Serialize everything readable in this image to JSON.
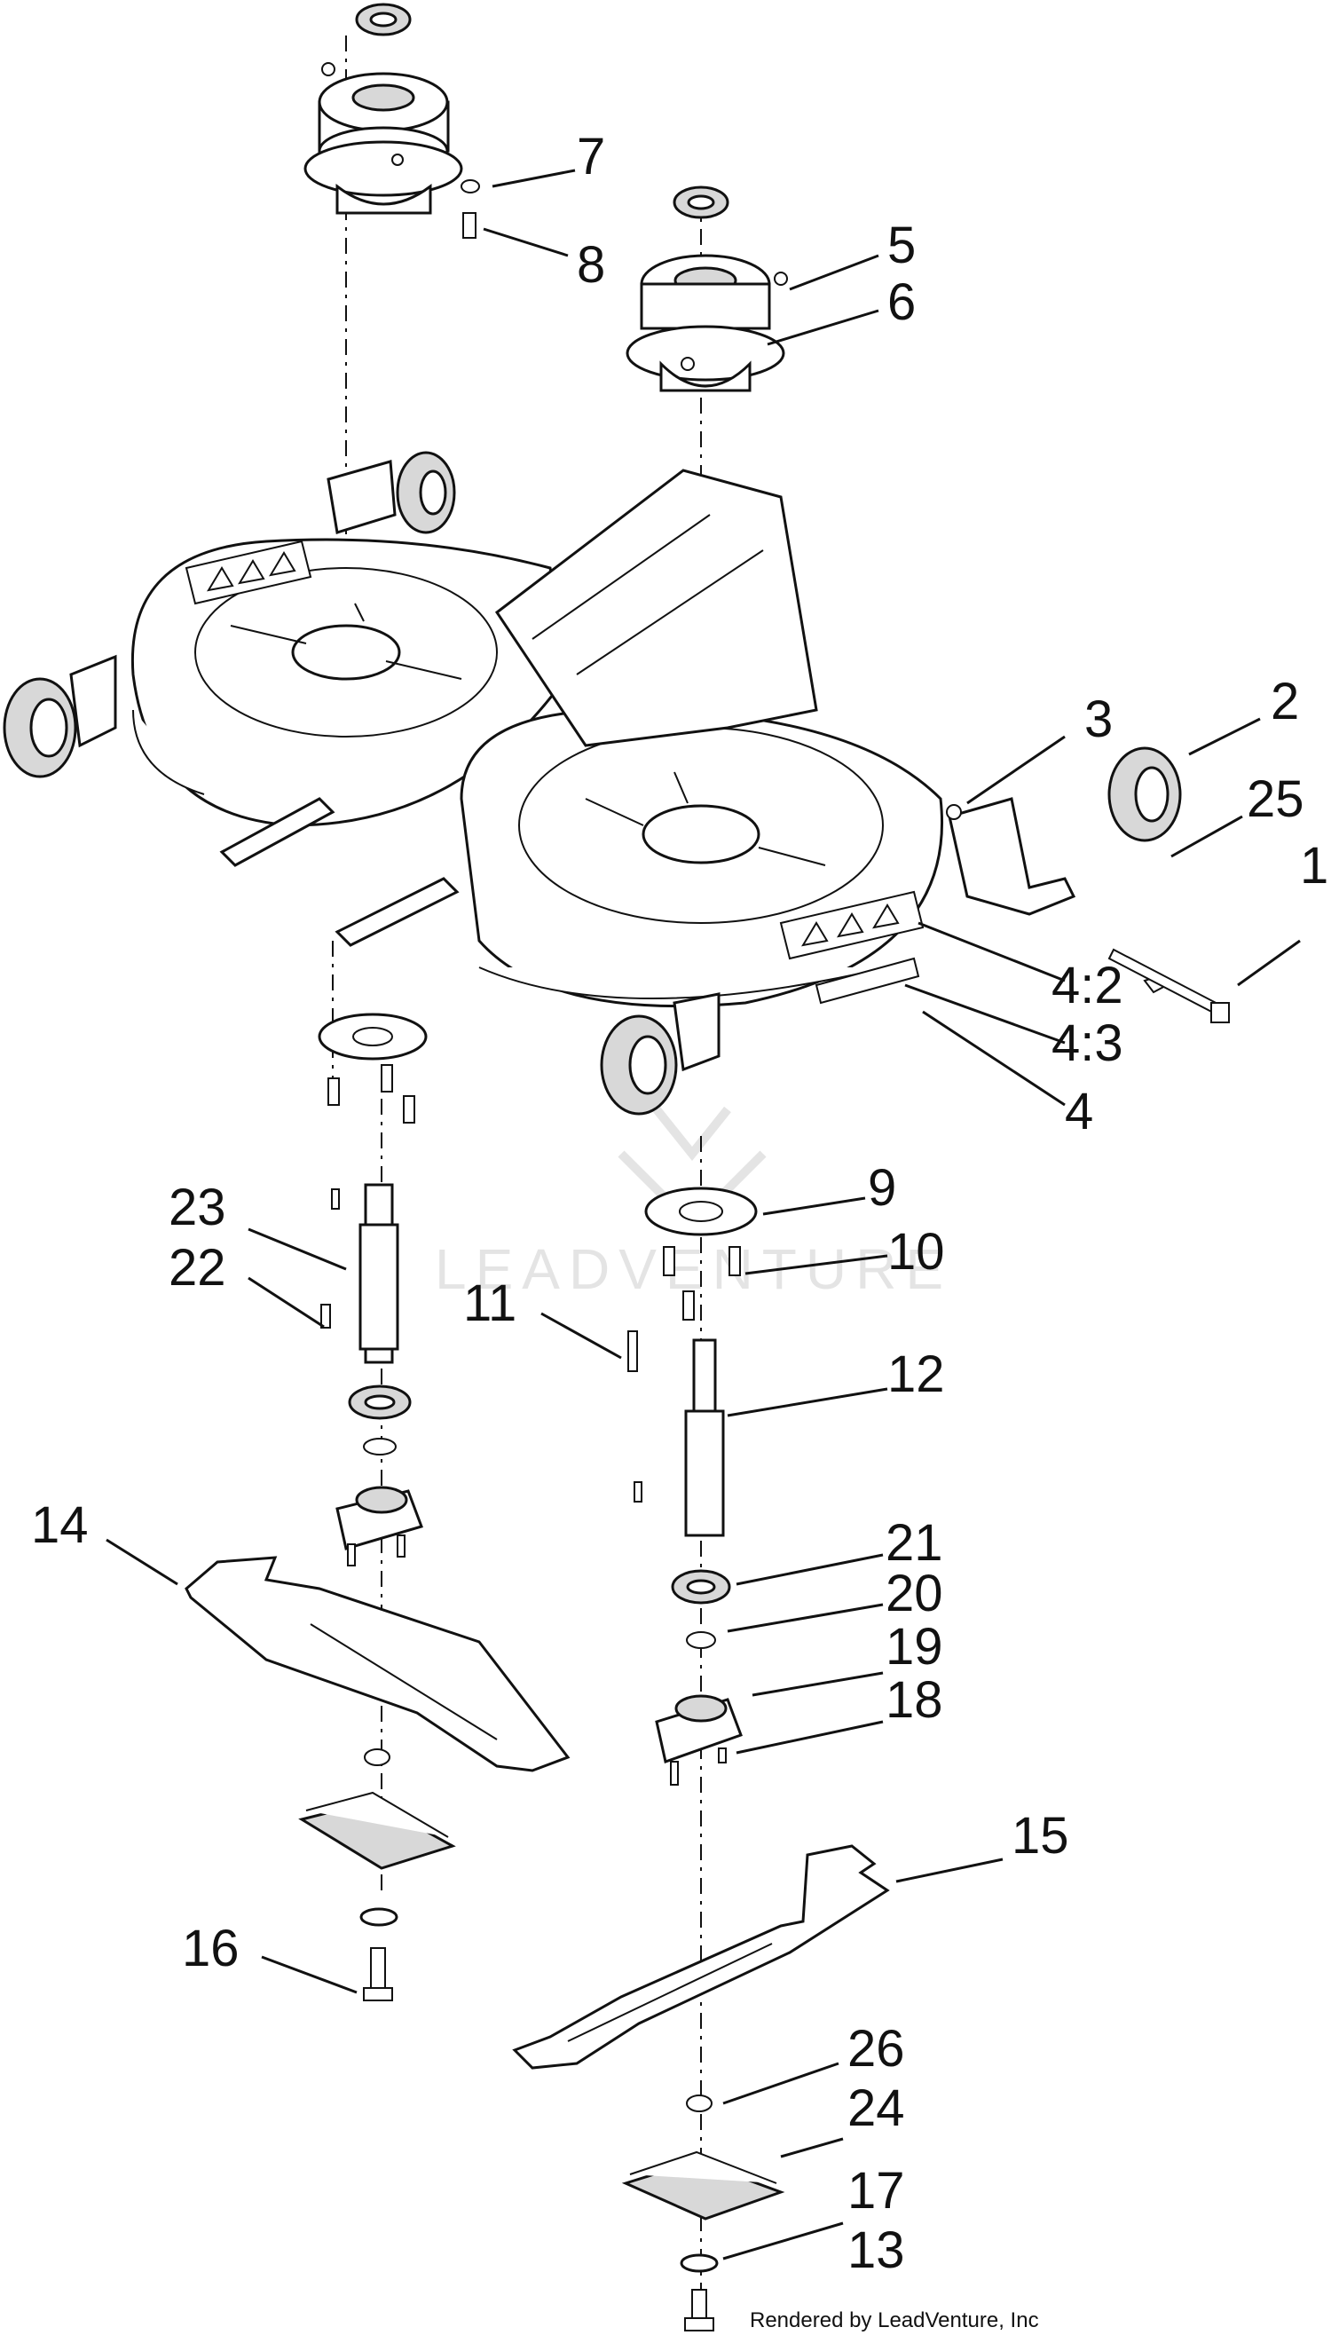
{
  "watermark": "LEADVENTURE",
  "footer_note": "Rendered by LeadVenture, Inc",
  "callouts": {
    "c1": "1",
    "c2": "2",
    "c3": "3",
    "c4": "4",
    "c4_2": "4:2",
    "c4_3": "4:3",
    "c5": "5",
    "c6": "6",
    "c7": "7",
    "c8": "8",
    "c9": "9",
    "c10": "10",
    "c11": "11",
    "c12": "12",
    "c13": "13",
    "c14": "14",
    "c15": "15",
    "c16": "16",
    "c17": "17",
    "c18": "18",
    "c19": "19",
    "c20": "20",
    "c21": "21",
    "c22": "22",
    "c23": "23",
    "c24": "24",
    "c25": "25",
    "c26": "26"
  }
}
